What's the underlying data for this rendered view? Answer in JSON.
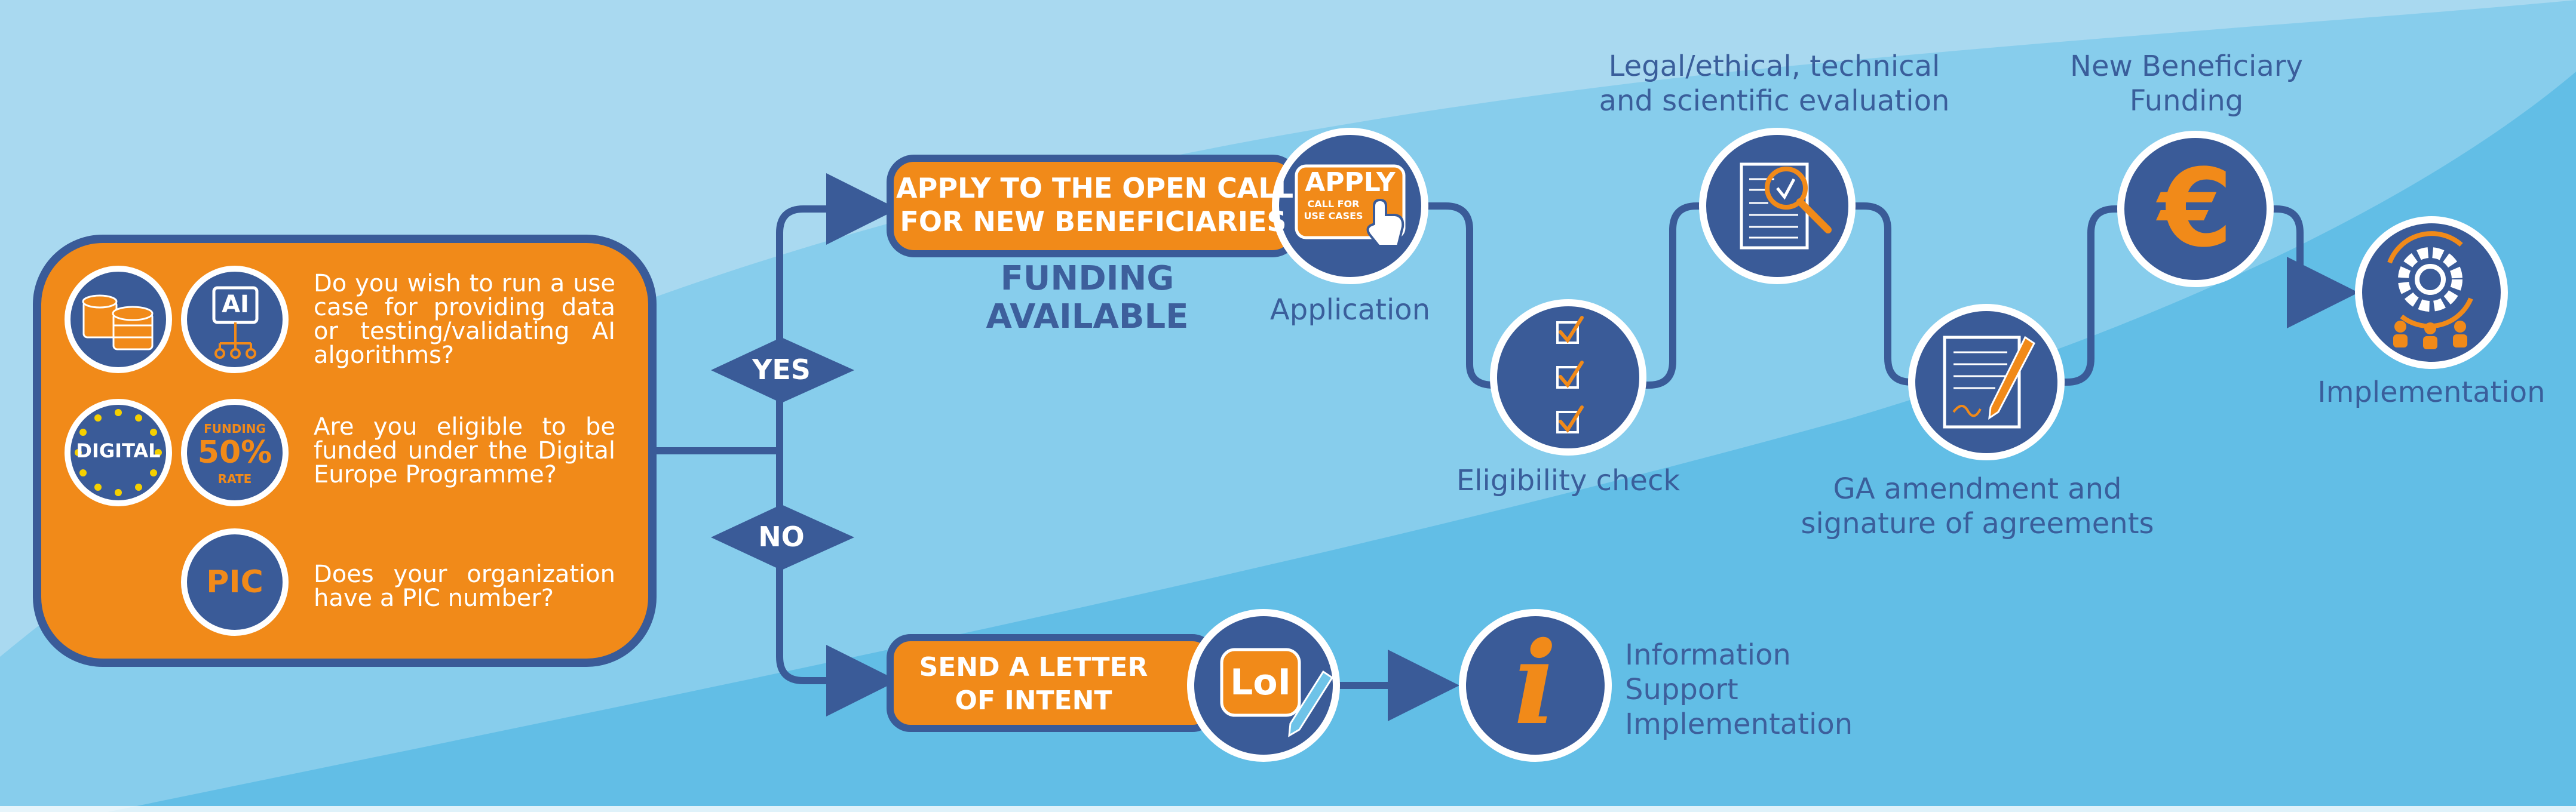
{
  "colors": {
    "background_light": "#a9d9f0",
    "background_mid": "#7ec9ea",
    "background_dark": "#4fb6e3",
    "navy": "#3a5b98",
    "orange": "#f18a19",
    "white": "#ffffff"
  },
  "questions": [
    {
      "icon": "database-icon",
      "icon2": "ai-chip-icon",
      "text": "Do you wish to run a use case for providing data or testing/validating AI algorithms?"
    },
    {
      "icon": "eu-digital-badge-icon",
      "icon2": "funding-rate-icon",
      "text": "Are you eligible to be funded under the Digital Europe Programme?"
    },
    {
      "icon2": "pic-icon",
      "text": "Does your organization have a PIC number?"
    }
  ],
  "icon_labels": {
    "ai": "AI",
    "digital": "DIGITAL",
    "funding_top": "FUNDING",
    "funding_pct": "50%",
    "funding_rate": "RATE",
    "pic": "PIC",
    "apply_big": "APPLY",
    "apply_small_1": "CALL FOR",
    "apply_small_2": "USE CASES",
    "lol": "LoI",
    "info": "i",
    "euro": "€"
  },
  "decisions": {
    "yes": "YES",
    "no": "NO"
  },
  "yes_branch": {
    "box_line1": "APPLY TO THE OPEN CALL",
    "box_line2": "FOR NEW BENEFICIARIES",
    "funding_line1": "FUNDING",
    "funding_line2": "AVAILABLE"
  },
  "steps": [
    {
      "id": "application",
      "label": "Application",
      "icon": "apply-button-icon"
    },
    {
      "id": "eligibility",
      "label": "Eligibility check",
      "icon": "checklist-icon"
    },
    {
      "id": "evaluation",
      "label_line1": "Legal/ethical, technical",
      "label_line2": "and scientific evaluation",
      "icon": "document-magnifier-icon"
    },
    {
      "id": "ga",
      "label_line1": "GA amendment and",
      "label_line2": "signature of agreements",
      "icon": "signing-document-icon"
    },
    {
      "id": "funding",
      "label_line1": "New Beneficiary",
      "label_line2": "Funding",
      "icon": "euro-icon"
    },
    {
      "id": "implementation",
      "label": "Implementation",
      "icon": "gear-people-icon"
    }
  ],
  "no_branch": {
    "box_line1": "SEND A LETTER",
    "box_line2": "OF INTENT",
    "info_lines": [
      "Information",
      "Support",
      "Implementation"
    ]
  }
}
